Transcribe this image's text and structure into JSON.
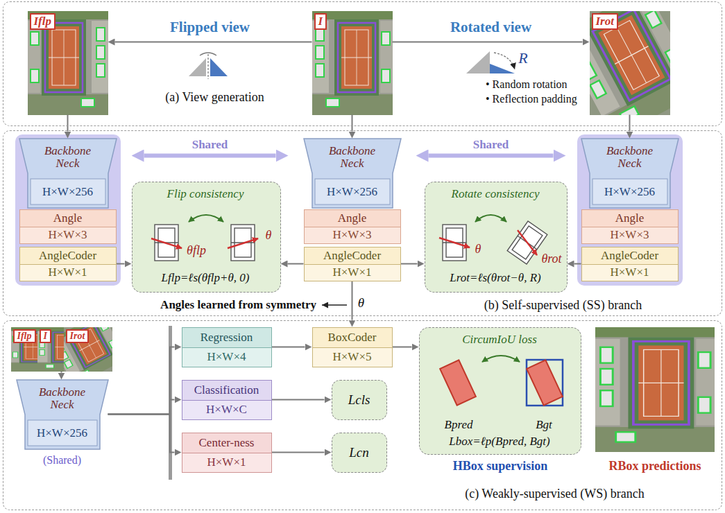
{
  "diagram": {
    "nodes": [
      {
        "text": [
          "(a) View generation"
        ]
      },
      {
        "text": [
          "Iflp"
        ],
        "in": 0
      },
      {
        "text": [
          "I"
        ],
        "in": 0
      },
      {
        "text": [
          "Irot"
        ],
        "in": 0
      },
      {
        "text": [
          "(b) Self-supervised (SS) branch"
        ]
      },
      {
        "text": [
          "Backbone Neck",
          "H×W×256"
        ],
        "in": 4
      },
      {
        "text": [
          "Angle",
          "H×W×3"
        ],
        "in": 4
      },
      {
        "text": [
          "AngleCoder",
          "H×W×1"
        ],
        "in": 4
      },
      {
        "text": [
          "Flip consistency",
          "θflp",
          "θ",
          "Lflp=ℓs(θflp+θ, 0)"
        ],
        "in": 4
      },
      {
        "text": [
          "Backbone Neck",
          "H×W×256"
        ],
        "in": 4
      },
      {
        "text": [
          "Angle",
          "H×W×3"
        ],
        "in": 4
      },
      {
        "text": [
          "AngleCoder",
          "H×W×1"
        ],
        "in": 4
      },
      {
        "text": [
          "Rotate consistency",
          "θ",
          "θrot",
          "Lrot=ℓs(θrot−θ, R)"
        ],
        "in": 4
      },
      {
        "text": [
          "Backbone Neck",
          "H×W×256"
        ],
        "in": 4
      },
      {
        "text": [
          "Angle",
          "H×W×3"
        ],
        "in": 4
      },
      {
        "text": [
          "AngleCoder",
          "H×W×1"
        ],
        "in": 4
      },
      {
        "text": [
          "(c) Weakly-supervised (WS) branch"
        ]
      },
      {
        "text": [
          "Iflp"
        ],
        "in": 16
      },
      {
        "text": [
          "I"
        ],
        "in": 16
      },
      {
        "text": [
          "Irot"
        ],
        "in": 16
      },
      {
        "text": [
          "Backbone Neck",
          "H×W×256",
          "(Shared)"
        ],
        "in": 16
      },
      {
        "text": [
          "Regression",
          "H×W×4"
        ],
        "in": 16
      },
      {
        "text": [
          "Classification",
          "H×W×C"
        ],
        "in": 16
      },
      {
        "text": [
          "Center-ness",
          "H×W×1"
        ],
        "in": 16
      },
      {
        "text": [
          "BoxCoder",
          "H×W×5"
        ],
        "in": 16
      },
      {
        "text": [
          "Lcls"
        ],
        "in": 16
      },
      {
        "text": [
          "Lcn"
        ],
        "in": 16
      },
      {
        "text": [
          "CircumIoU loss",
          "Bpred",
          "Bgt",
          "Lbox=ℓp(Bpred, Bgt)"
        ],
        "in": 16
      }
    ],
    "edges": [
      {
        "from": 2,
        "to": 1,
        "arrow": "to",
        "label": "Flipped view"
      },
      {
        "from": 2,
        "to": 3,
        "arrow": "to",
        "label": "Rotated view"
      },
      {
        "from": 1,
        "to": 5,
        "arrow": "to"
      },
      {
        "from": 2,
        "to": 9,
        "arrow": "to"
      },
      {
        "from": 3,
        "to": 13,
        "arrow": "to"
      },
      {
        "from": 7,
        "to": 8,
        "arrow": "to"
      },
      {
        "from": 11,
        "to": 8,
        "arrow": "to"
      },
      {
        "from": 11,
        "to": 12,
        "arrow": "to"
      },
      {
        "from": 15,
        "to": 12,
        "arrow": "to"
      },
      {
        "from": 11,
        "to": 24,
        "arrow": "to",
        "label": "θ"
      },
      {
        "from": 18,
        "to": 20,
        "arrow": "to"
      },
      {
        "from": 20,
        "to": 21,
        "arrow": "to"
      },
      {
        "from": 20,
        "to": 22,
        "arrow": "to"
      },
      {
        "from": 20,
        "to": 23,
        "arrow": "to"
      },
      {
        "from": 21,
        "to": 24,
        "arrow": "to"
      },
      {
        "from": 22,
        "to": 25,
        "arrow": "to"
      },
      {
        "from": 23,
        "to": 26,
        "arrow": "to"
      },
      {
        "from": 24,
        "to": 27,
        "arrow": "to"
      },
      {
        "from": 5,
        "to": 9,
        "arrow": "both",
        "label": "Shared"
      },
      {
        "from": 9,
        "to": 13,
        "arrow": "both",
        "label": "Shared"
      }
    ],
    "labels": [
      "• Random rotation",
      "• Reflection padding",
      "R",
      "Angles learned from symmetry",
      "HBox supervision",
      "RBox predictions"
    ]
  }
}
